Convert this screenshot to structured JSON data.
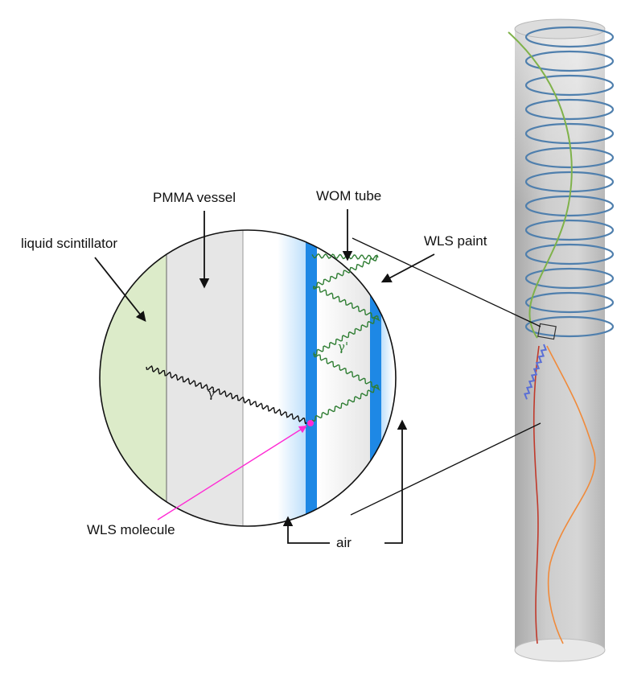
{
  "labels": {
    "liquid_scintillator": "liquid scintillator",
    "pmma_vessel": "PMMA vessel",
    "wom_tube": "WOM tube",
    "wls_paint": "WLS paint",
    "wls_molecule": "WLS molecule",
    "air": "air",
    "gamma": "γ",
    "gamma_prime": "γ'"
  },
  "colors": {
    "scintillator": "#dcebc9",
    "pmma": "#e6e6e6",
    "wls_paint": "#1e88e5",
    "photon_primary": "#111111",
    "photon_secondary": "#2e7d32",
    "molecule_arrow": "#ff2ad4",
    "helix": "#4f7fad",
    "green_track": "#7fb24a",
    "orange_track": "#f08a3a",
    "red_track": "#c0392b"
  }
}
